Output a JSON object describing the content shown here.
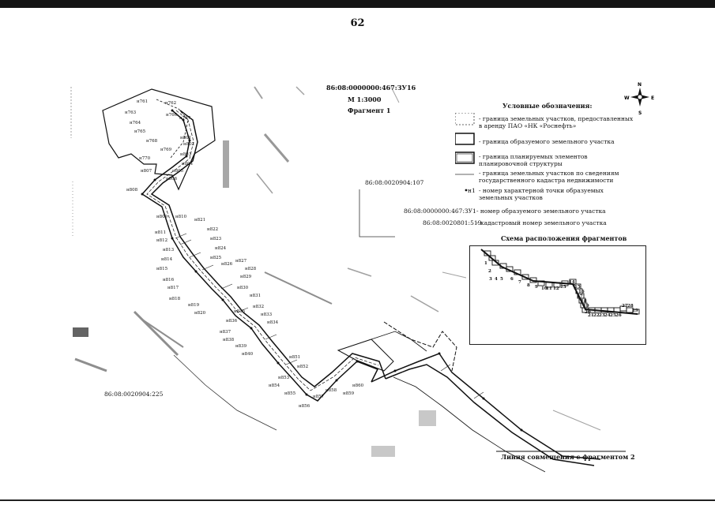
{
  "page": {
    "number": "62"
  },
  "title": {
    "cadastral_id": "86:08:0000000:467:ЗУ16",
    "scale": "М 1:3000",
    "fragment": "Фрагмент 1"
  },
  "compass": {
    "n": "N",
    "s": "S",
    "w": "W",
    "e": "E"
  },
  "legend": {
    "heading": "Условные обозначения:",
    "items": [
      {
        "key": "lease",
        "text": "- граница земельных участков, предоставленных в аренду ПАО «НК «Роснефть»"
      },
      {
        "key": "formed",
        "text": "- граница образуемого земельного участка"
      },
      {
        "key": "planned",
        "text": "- граница планируемых элементов планировочной структуры"
      },
      {
        "key": "cadastre",
        "text": "- граница земельных участков по сведениям государственного кадастра недвижимости"
      },
      {
        "key": "point",
        "sample": "н1",
        "text": "- номер характерной точки образуемых земельных участков"
      },
      {
        "key": "formed_no",
        "sample": "86:08:0000000:467:ЗУ1",
        "text": "- номер образуемого земельного участка"
      },
      {
        "key": "cad_no",
        "sample": "86:08:0020801:519",
        "text": "- кадастровый номер земельного участка"
      }
    ]
  },
  "scheme": {
    "title": "Схема расположения фрагментов",
    "numbers": [
      "1",
      "2",
      "3",
      "4",
      "5",
      "6",
      "7",
      "8",
      "9",
      "10",
      "11",
      "12",
      "13",
      "14",
      "15",
      "16",
      "17",
      "18",
      "19",
      "20",
      "21",
      "22",
      "23",
      "24",
      "25",
      "26",
      "27",
      "28",
      "29"
    ]
  },
  "parcels": {
    "p107": "86:08:0020904:107",
    "p225": "86:08:0020904:225"
  },
  "footer": {
    "join_line": "Линия совмещения с фрагментом 2"
  },
  "points": [
    "н761",
    "н762",
    "н763",
    "н764",
    "н765",
    "н766",
    "н767",
    "н768",
    "н769",
    "н770",
    "н801",
    "н802",
    "н803",
    "н804",
    "н805",
    "н806",
    "н807",
    "н808",
    "н809",
    "н810",
    "н811",
    "н812",
    "н813",
    "н814",
    "н815",
    "н816",
    "н817",
    "н818",
    "н819",
    "н820",
    "н821",
    "н822",
    "н823",
    "н824",
    "н825",
    "н826",
    "н827",
    "н828",
    "н829",
    "н830",
    "н831",
    "н832",
    "н833",
    "н834",
    "н835",
    "н836",
    "н837",
    "н838",
    "н839",
    "н840",
    "н851",
    "н852",
    "н853",
    "н854",
    "н855",
    "н856",
    "н857",
    "н858",
    "н859",
    "н860"
  ]
}
